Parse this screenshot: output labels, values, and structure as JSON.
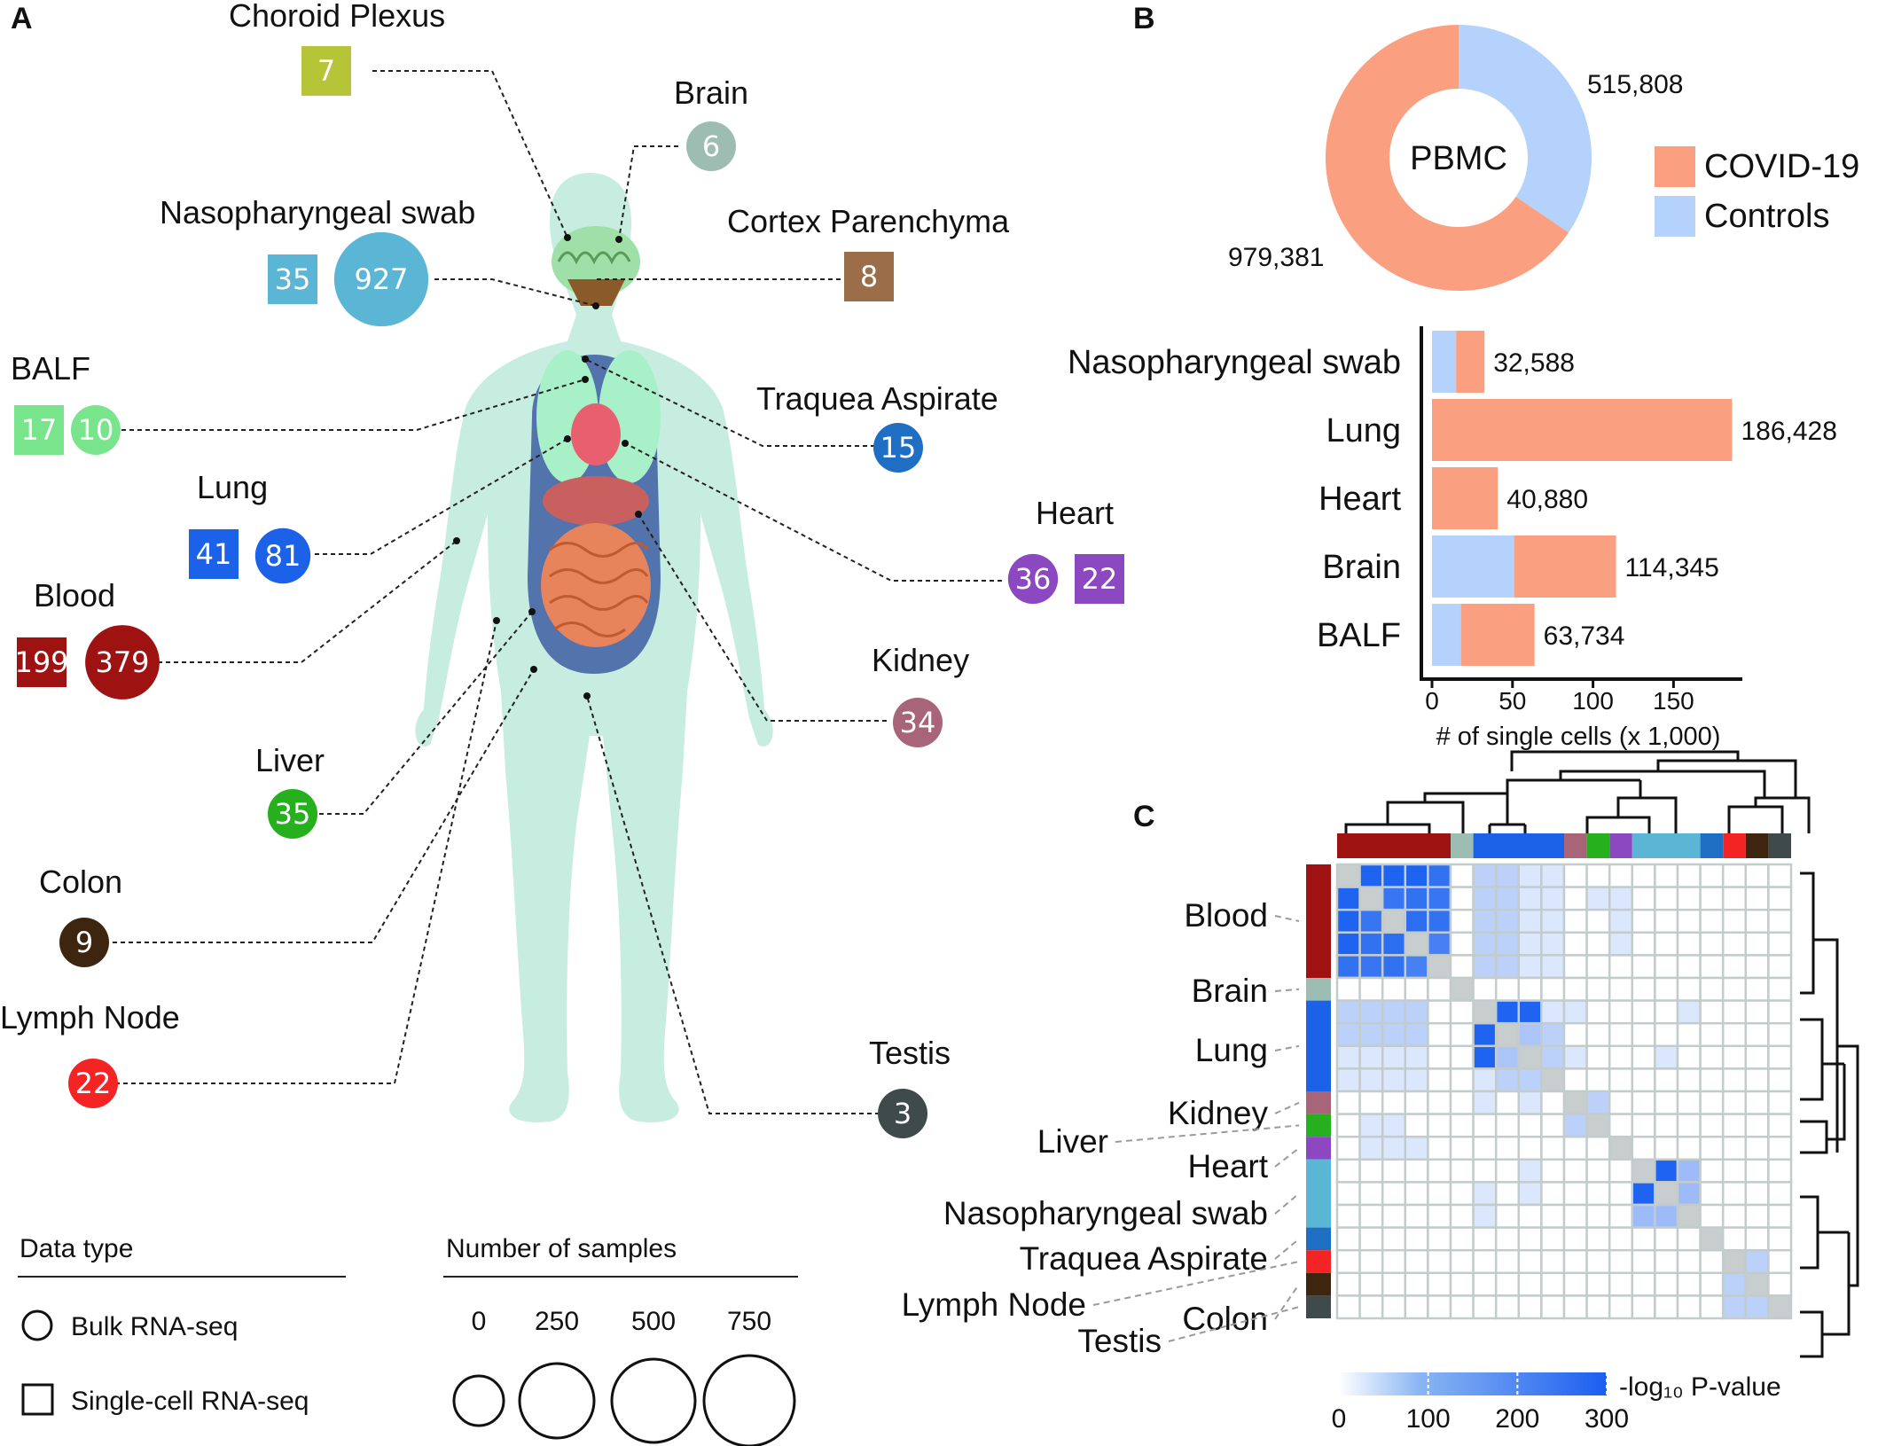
{
  "panels": {
    "a": "A",
    "b": "B",
    "c": "C"
  },
  "organs": [
    {
      "name": "Choroid Plexus",
      "bulk": null,
      "single": 7,
      "color": "#b6c437"
    },
    {
      "name": "Brain",
      "bulk": 6,
      "single": null,
      "color": "#9dbdb3"
    },
    {
      "name": "Nasopharyngeal swab",
      "bulk": 927,
      "single": 35,
      "color": "#5bb6d6"
    },
    {
      "name": "Cortex Parenchyma",
      "bulk": null,
      "single": 8,
      "color": "#9b6d48"
    },
    {
      "name": "BALF",
      "bulk": 10,
      "single": 17,
      "color": "#78e48c"
    },
    {
      "name": "Traquea Aspirate",
      "bulk": 15,
      "single": null,
      "color": "#1e6fc4"
    },
    {
      "name": "Lung",
      "bulk": 81,
      "single": 41,
      "color": "#1b62e8"
    },
    {
      "name": "Heart",
      "bulk": 36,
      "single": 22,
      "color": "#8b48c0"
    },
    {
      "name": "Blood",
      "bulk": 379,
      "single": 199,
      "color": "#9e1212"
    },
    {
      "name": "Kidney",
      "bulk": 34,
      "single": null,
      "color": "#a86478"
    },
    {
      "name": "Liver",
      "bulk": 35,
      "single": null,
      "color": "#26b01e"
    },
    {
      "name": "Colon",
      "bulk": 9,
      "single": null,
      "color": "#3e2510"
    },
    {
      "name": "Lymph Node",
      "bulk": 22,
      "single": null,
      "color": "#f42424"
    },
    {
      "name": "Testis",
      "bulk": 3,
      "single": null,
      "color": "#3f4a4a"
    }
  ],
  "legend_a": {
    "datatype_title": "Data type",
    "bulk_label": "Bulk RNA-seq",
    "single_label": "Single-cell RNA-seq",
    "size_title": "Number of samples",
    "size_values": [
      "0",
      "250",
      "500",
      "750"
    ]
  },
  "chart_data": [
    {
      "type": "pie",
      "title": "PBMC",
      "labels": [
        "COVID-19",
        "Controls"
      ],
      "values": [
        979381,
        515808
      ],
      "value_labels": [
        "979,381",
        "515,808"
      ],
      "colors": [
        "#fa9f80",
        "#b4d2fb"
      ],
      "legend": "right"
    },
    {
      "type": "bar",
      "orientation": "horizontal",
      "stacked": true,
      "categories": [
        "Nasopharyngeal swab",
        "Lung",
        "Heart",
        "Brain",
        "BALF"
      ],
      "series": [
        {
          "name": "Controls",
          "values": [
            15,
            0,
            0,
            51,
            18
          ],
          "color": "#b4d2fb"
        },
        {
          "name": "COVID-19",
          "values": [
            17.6,
            186.4,
            40.9,
            63.3,
            45.7
          ],
          "color": "#fa9f80"
        }
      ],
      "total_labels": [
        "32,588",
        "186,428",
        "40,880",
        "114,345",
        "63,734"
      ],
      "xlabel": "# of single cells (x 1,000)",
      "xticks": [
        "0",
        "50",
        "100",
        "150"
      ],
      "xlim": [
        0,
        190
      ]
    },
    {
      "type": "heatmap",
      "row_groups": [
        {
          "name": "Blood",
          "size": 5,
          "color": "#9e1212"
        },
        {
          "name": "Brain",
          "size": 1,
          "color": "#9dbdb3"
        },
        {
          "name": "Lung",
          "size": 4,
          "color": "#1b62e8"
        },
        {
          "name": "Kidney",
          "size": 1,
          "color": "#a86478"
        },
        {
          "name": "Liver",
          "size": 1,
          "color": "#26b01e"
        },
        {
          "name": "Heart",
          "size": 1,
          "color": "#8b48c0"
        },
        {
          "name": "Nasopharyngeal swab",
          "size": 3,
          "color": "#5bb6d6"
        },
        {
          "name": "Traquea Aspirate",
          "size": 1,
          "color": "#1e6fc4"
        },
        {
          "name": "Lymph Node",
          "size": 1,
          "color": "#f42424"
        },
        {
          "name": "Colon",
          "size": 1,
          "color": "#3e2510"
        },
        {
          "name": "Testis",
          "size": 1,
          "color": "#3f4a4a"
        }
      ],
      "colorbar": {
        "label": "-log₁₀ P-value",
        "ticks": [
          "0",
          "100",
          "200",
          "300"
        ],
        "range": [
          0,
          300
        ]
      },
      "diagonal_color": "#c8cdcd",
      "matrix": [
        [
          0,
          300,
          300,
          300,
          260,
          0,
          40,
          40,
          10,
          10,
          0,
          0,
          0,
          0,
          0,
          0,
          0,
          0,
          0,
          0
        ],
        [
          300,
          0,
          250,
          260,
          250,
          0,
          40,
          40,
          10,
          10,
          0,
          10,
          10,
          0,
          0,
          0,
          0,
          0,
          0,
          0
        ],
        [
          300,
          250,
          0,
          270,
          260,
          0,
          40,
          40,
          10,
          10,
          0,
          0,
          10,
          0,
          0,
          0,
          0,
          0,
          0,
          0
        ],
        [
          300,
          260,
          270,
          0,
          220,
          0,
          40,
          40,
          10,
          10,
          0,
          0,
          10,
          0,
          0,
          0,
          0,
          0,
          0,
          0
        ],
        [
          260,
          250,
          260,
          220,
          0,
          0,
          40,
          40,
          10,
          10,
          0,
          0,
          0,
          0,
          0,
          0,
          0,
          0,
          0,
          0
        ],
        [
          0,
          0,
          0,
          0,
          0,
          0,
          0,
          0,
          0,
          0,
          0,
          0,
          0,
          0,
          0,
          0,
          0,
          0,
          0,
          0
        ],
        [
          40,
          40,
          40,
          40,
          0,
          0,
          0,
          300,
          300,
          10,
          10,
          0,
          0,
          0,
          0,
          10,
          0,
          0,
          0,
          0
        ],
        [
          40,
          40,
          40,
          40,
          0,
          0,
          300,
          0,
          60,
          40,
          0,
          0,
          0,
          0,
          0,
          0,
          0,
          0,
          0,
          0
        ],
        [
          10,
          10,
          10,
          10,
          0,
          0,
          300,
          60,
          0,
          40,
          10,
          0,
          0,
          0,
          10,
          0,
          0,
          0,
          0,
          0
        ],
        [
          10,
          10,
          10,
          10,
          0,
          0,
          10,
          40,
          40,
          0,
          0,
          0,
          0,
          0,
          0,
          0,
          0,
          0,
          0,
          0
        ],
        [
          0,
          0,
          0,
          0,
          0,
          0,
          10,
          0,
          10,
          0,
          0,
          40,
          0,
          0,
          0,
          0,
          0,
          0,
          0,
          0
        ],
        [
          0,
          10,
          10,
          0,
          0,
          0,
          0,
          0,
          0,
          0,
          40,
          0,
          0,
          0,
          0,
          0,
          0,
          0,
          0,
          0
        ],
        [
          0,
          10,
          10,
          10,
          0,
          0,
          0,
          0,
          0,
          0,
          0,
          0,
          0,
          0,
          0,
          0,
          0,
          0,
          0,
          0
        ],
        [
          0,
          0,
          0,
          0,
          0,
          0,
          0,
          0,
          10,
          0,
          0,
          0,
          0,
          0,
          300,
          80,
          0,
          0,
          0,
          0
        ],
        [
          0,
          0,
          0,
          0,
          0,
          0,
          10,
          0,
          10,
          0,
          0,
          0,
          0,
          300,
          0,
          80,
          0,
          0,
          0,
          0
        ],
        [
          0,
          0,
          0,
          0,
          0,
          0,
          10,
          0,
          0,
          0,
          0,
          0,
          0,
          80,
          80,
          0,
          0,
          0,
          0,
          0
        ],
        [
          0,
          0,
          0,
          0,
          0,
          0,
          0,
          0,
          0,
          0,
          0,
          0,
          0,
          0,
          0,
          0,
          0,
          0,
          0,
          0
        ],
        [
          0,
          0,
          0,
          0,
          0,
          0,
          0,
          0,
          0,
          0,
          0,
          0,
          0,
          0,
          0,
          0,
          0,
          0,
          40,
          0
        ],
        [
          0,
          0,
          0,
          0,
          0,
          0,
          0,
          0,
          0,
          0,
          0,
          0,
          0,
          0,
          0,
          0,
          0,
          40,
          0,
          0
        ],
        [
          0,
          0,
          0,
          0,
          0,
          0,
          0,
          0,
          0,
          0,
          0,
          0,
          0,
          0,
          0,
          0,
          0,
          40,
          40,
          0
        ]
      ]
    }
  ]
}
